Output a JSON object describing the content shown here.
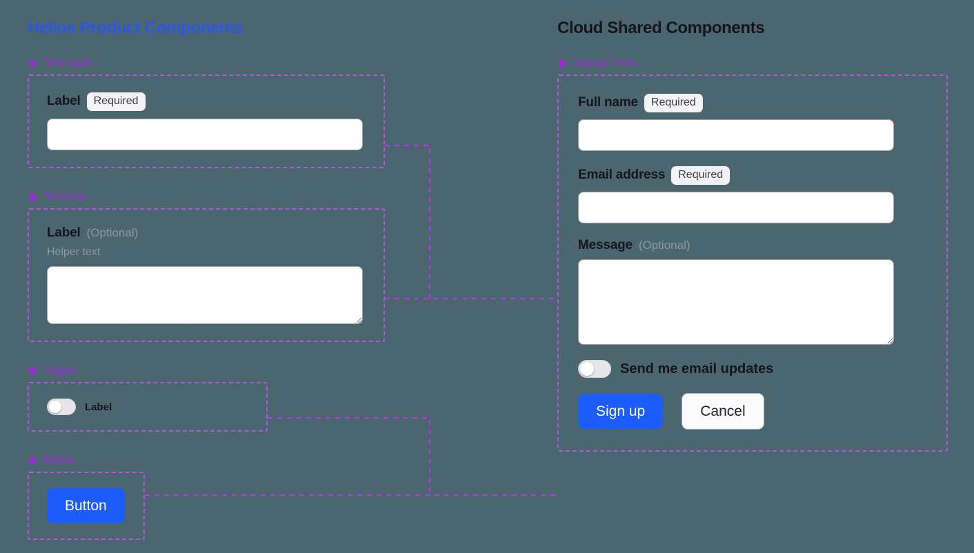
{
  "columns": {
    "left": {
      "title": "Helios Product Components",
      "groups": [
        {
          "icon": "diamond-icon",
          "name": "Text Input",
          "label": "Label",
          "badge": "Required",
          "input_value": "",
          "input_placeholder": ""
        },
        {
          "icon": "diamond-icon",
          "name": "Textarea",
          "label": "Label",
          "optional": "(Optional)",
          "helper": "Helper text",
          "input_value": "",
          "input_placeholder": ""
        },
        {
          "icon": "diamond-icon",
          "name": "Toggle",
          "label": "Label",
          "state": "off"
        },
        {
          "icon": "diamond-icon",
          "name": "Button",
          "label": "Button"
        }
      ]
    },
    "right": {
      "title": "Cloud Shared Components",
      "group": {
        "icon": "diamond-icon",
        "name": "Signup Form",
        "fields": [
          {
            "label": "Full name",
            "badge": "Required",
            "value": "",
            "placeholder": ""
          },
          {
            "label": "Email address",
            "badge": "Required",
            "value": "",
            "placeholder": ""
          },
          {
            "label": "Message",
            "optional": "(Optional)",
            "value": "",
            "placeholder": ""
          }
        ],
        "toggle": {
          "label": "Send me email updates",
          "state": "off"
        },
        "buttons": {
          "primary": "Sign up",
          "secondary": "Cancel"
        }
      }
    }
  },
  "colors": {
    "background": "#4c6670",
    "left_title": "#2b56e8",
    "right_title": "#14161c",
    "group_heading": "#9b27d6",
    "card_border": "#b357e0",
    "connector": "#bb33ee",
    "primary_button": "#1b5cfa",
    "badge_bg": "#f3f3f5",
    "muted_text": "#8b9aa1"
  }
}
